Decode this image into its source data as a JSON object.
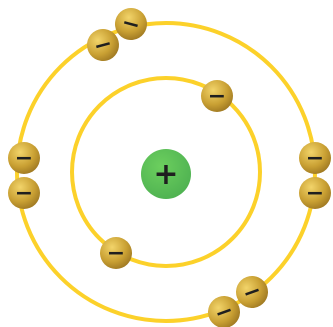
{
  "colors": {
    "orbit": "#fcd12a",
    "nucleus_fill": "#4caf50",
    "nucleus_highlight": "#6ccf5e",
    "electron_fill": "#c9a033",
    "electron_highlight": "#f2d46a",
    "electron_shadow": "#9a7420",
    "charge_symbol": "#1f1f1f"
  },
  "nucleus": {
    "symbol": "+",
    "icon": "plus-icon"
  },
  "electron": {
    "symbol": "−",
    "icon": "minus-icon"
  },
  "shells": [
    {
      "name": "inner-shell",
      "electron_count": 2
    },
    {
      "name": "outer-shell",
      "electron_count": 8
    }
  ]
}
